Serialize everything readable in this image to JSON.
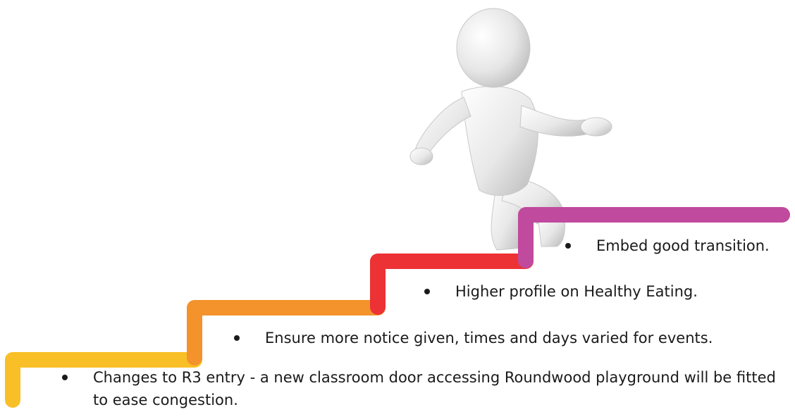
{
  "steps": [
    {
      "text": "Changes to R3 entry -  a new classroom door accessing Roundwood playground will be fitted to ease congestion.",
      "color": "#f9bf26"
    },
    {
      "text": "Ensure more notice given, times and days varied for events.",
      "color": "#f4922b"
    },
    {
      "text": "Higher profile on Healthy Eating.",
      "color": "#ec3235"
    },
    {
      "text": "Embed good transition.",
      "color": "#c04a9d"
    }
  ],
  "figure": {
    "name": "person-climbing-stairs-illustration"
  }
}
